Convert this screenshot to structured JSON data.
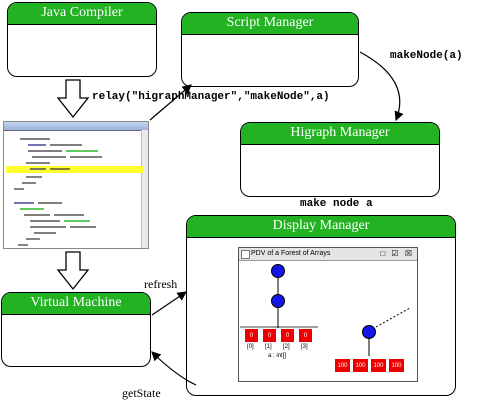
{
  "boxes": {
    "java_compiler": "Java Compiler",
    "script_manager": "Script Manager",
    "higraph_manager": "Higraph Manager",
    "display_manager": "Display Manager",
    "virtual_machine": "Virtual Machine"
  },
  "labels": {
    "relay_call": "relay(\"higraphManager\",\"makeNode\",a)",
    "make_node_call": "makeNode(a)",
    "make_node_a": "make node a",
    "refresh": "refresh",
    "get_state": "getState"
  },
  "display_window": {
    "title": "PDV of a Forest of Arrays",
    "controls": "□ ☑ ☒",
    "array_top": [
      "0",
      "0",
      "0",
      "0"
    ],
    "array_top_index": [
      "[0]",
      "[1]",
      "[2]",
      "[3]"
    ],
    "array_top_name": "a : int[]",
    "array_bottom": [
      "100",
      "100",
      "100",
      "100"
    ]
  },
  "colors": {
    "header_green": "#22b222",
    "node_blue": "#1515e8",
    "array_red": "#e00000"
  }
}
